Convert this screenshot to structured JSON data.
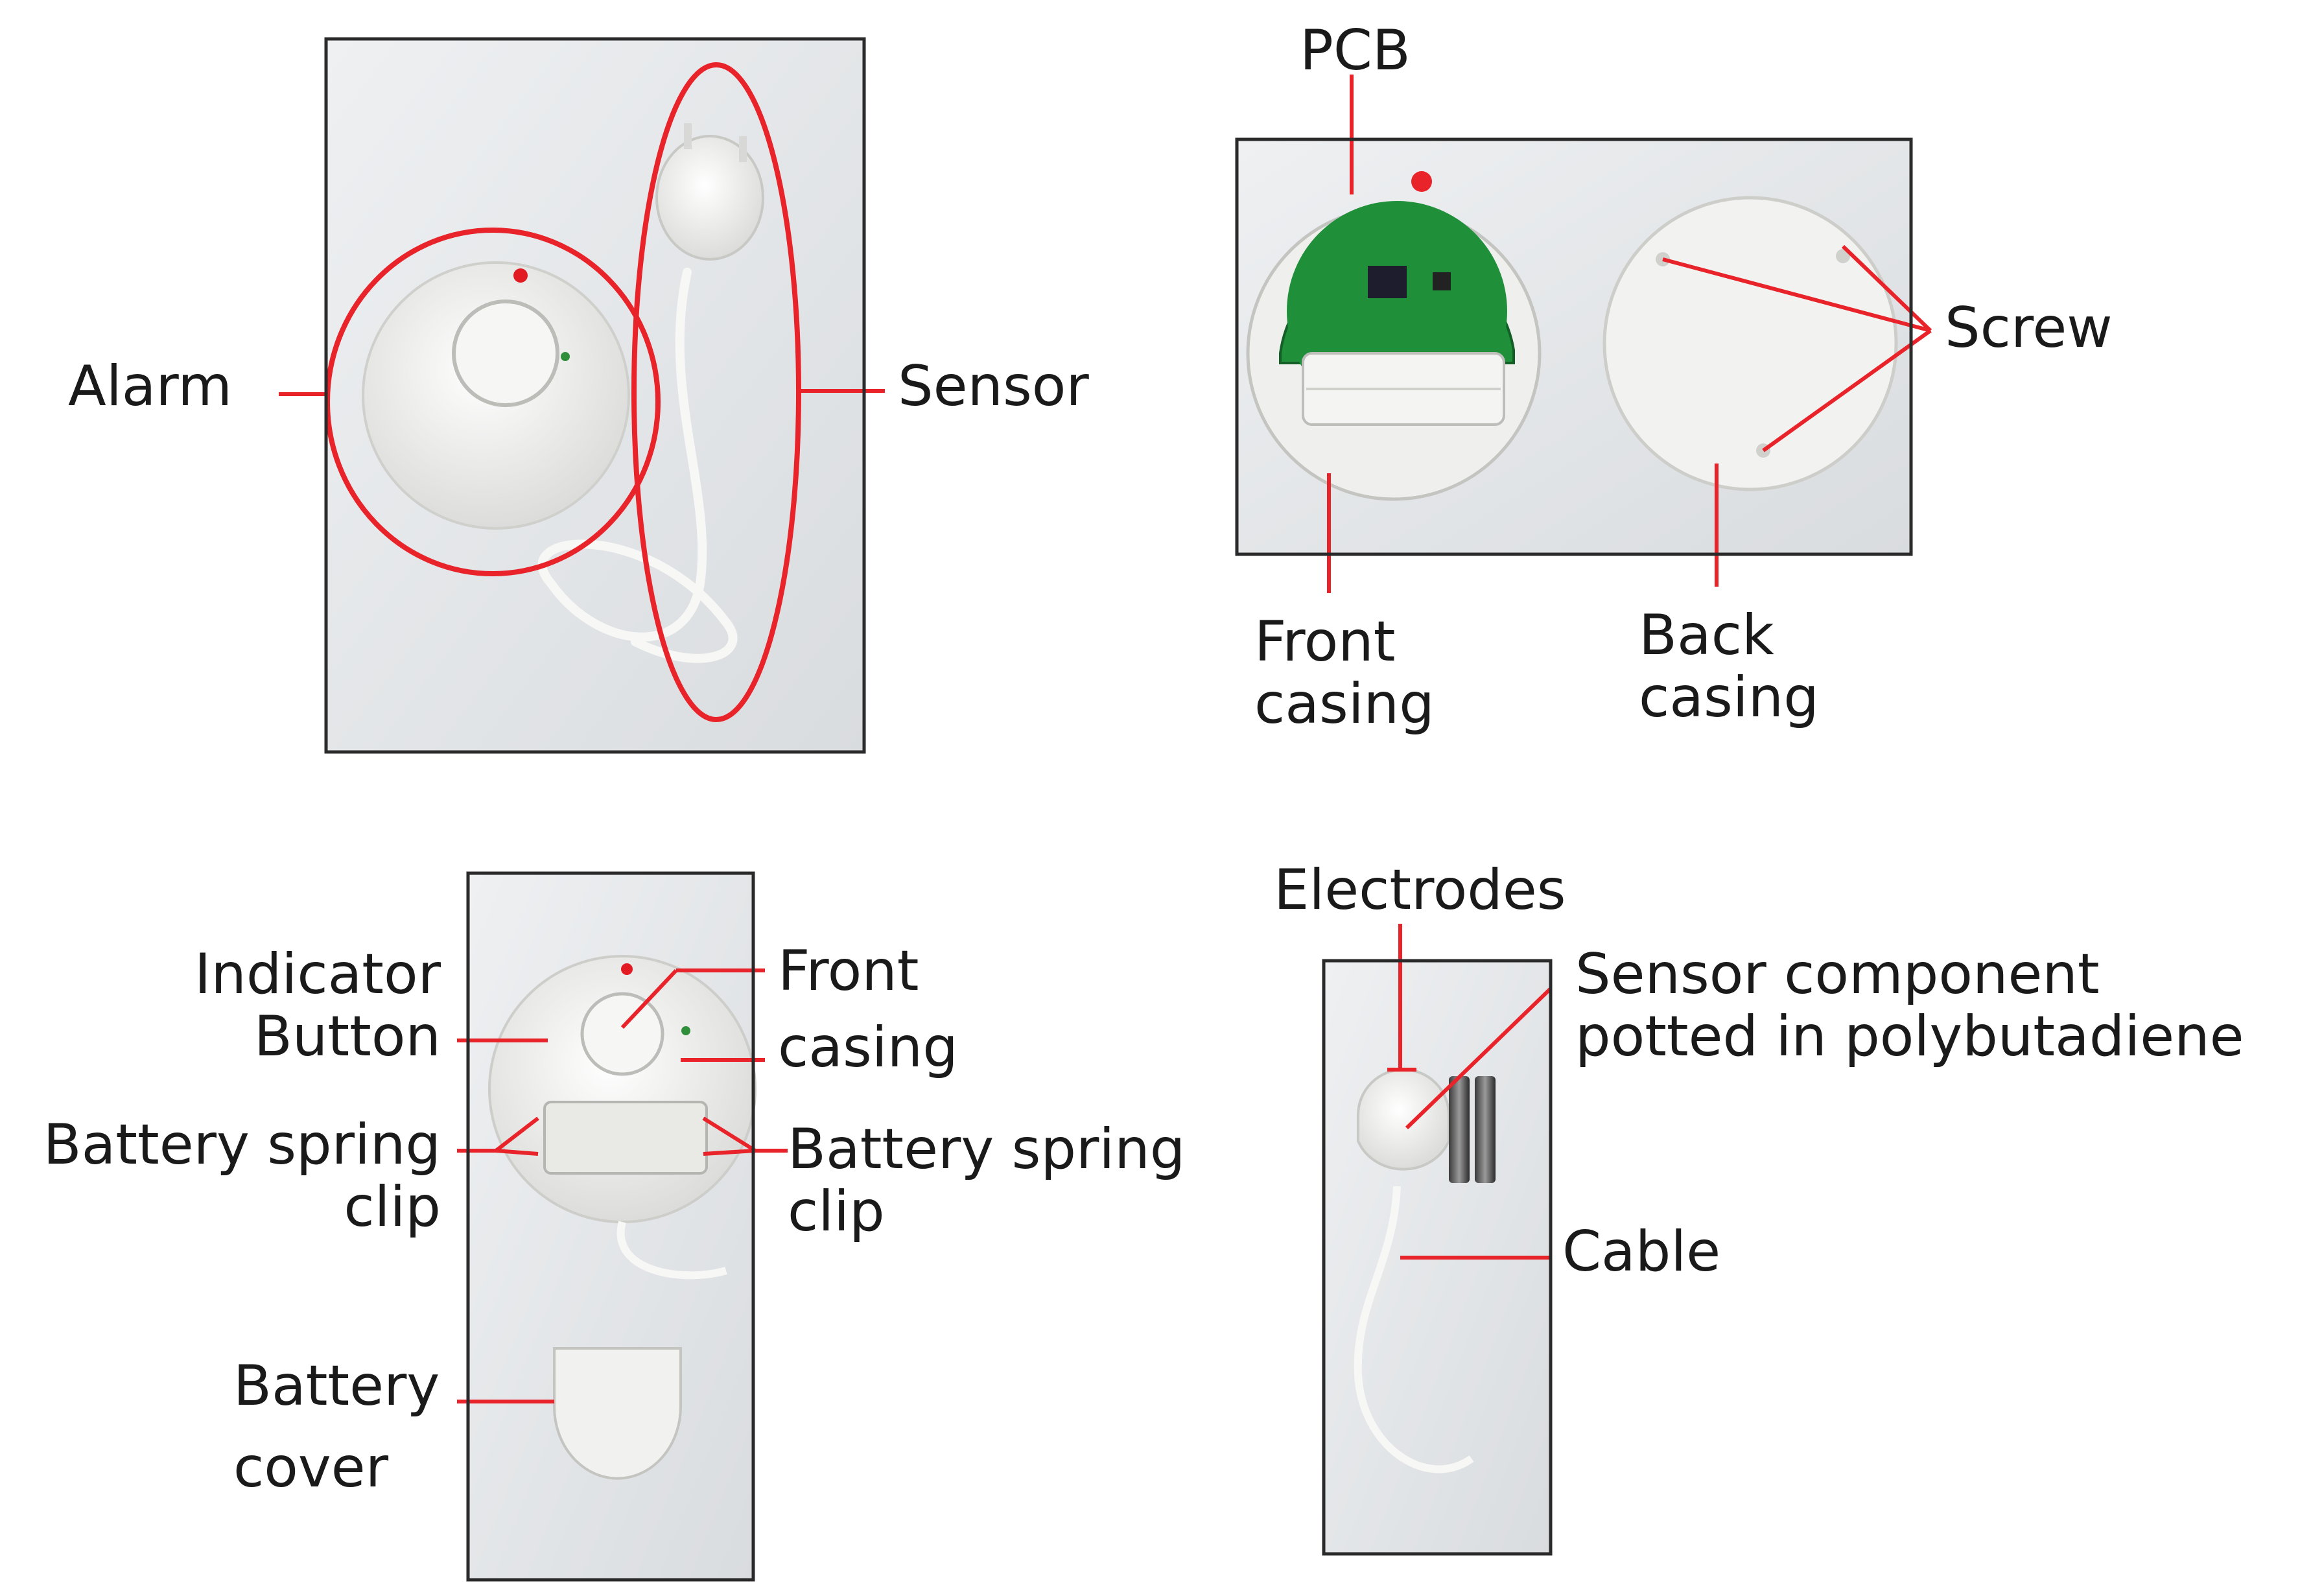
{
  "panels": {
    "alarm_overview": {
      "labels": {
        "alarm": "Alarm",
        "sensor": "Sensor"
      }
    },
    "open_unit": {
      "labels": {
        "pcb": "PCB",
        "screw": "Screw",
        "front_casing_1": "Front",
        "front_casing_2": "casing",
        "back_casing_1": "Back",
        "back_casing_2": "casing"
      }
    },
    "battery_side": {
      "labels": {
        "indicator_1": "Indicator",
        "indicator_2": "Button",
        "front_casing_1": "Front",
        "front_casing_2": "casing",
        "spring_left_1": "Battery spring",
        "spring_left_2": "clip",
        "spring_right_1": "Battery spring",
        "spring_right_2": "clip",
        "battery_cover_1": "Battery",
        "battery_cover_2": "cover"
      }
    },
    "sensor_detail": {
      "labels": {
        "electrodes": "Electrodes",
        "component_1": "Sensor component",
        "component_2": "potted in polybutadiene",
        "cable": "Cable"
      }
    }
  },
  "colors": {
    "annotation": "#e8232a",
    "frame": "#2a2a2a",
    "text": "#1a1a1a",
    "pcb_green": "#1f8f3a",
    "device_white": "#f3f3f1",
    "photo_bg": "#e6e8ea"
  }
}
